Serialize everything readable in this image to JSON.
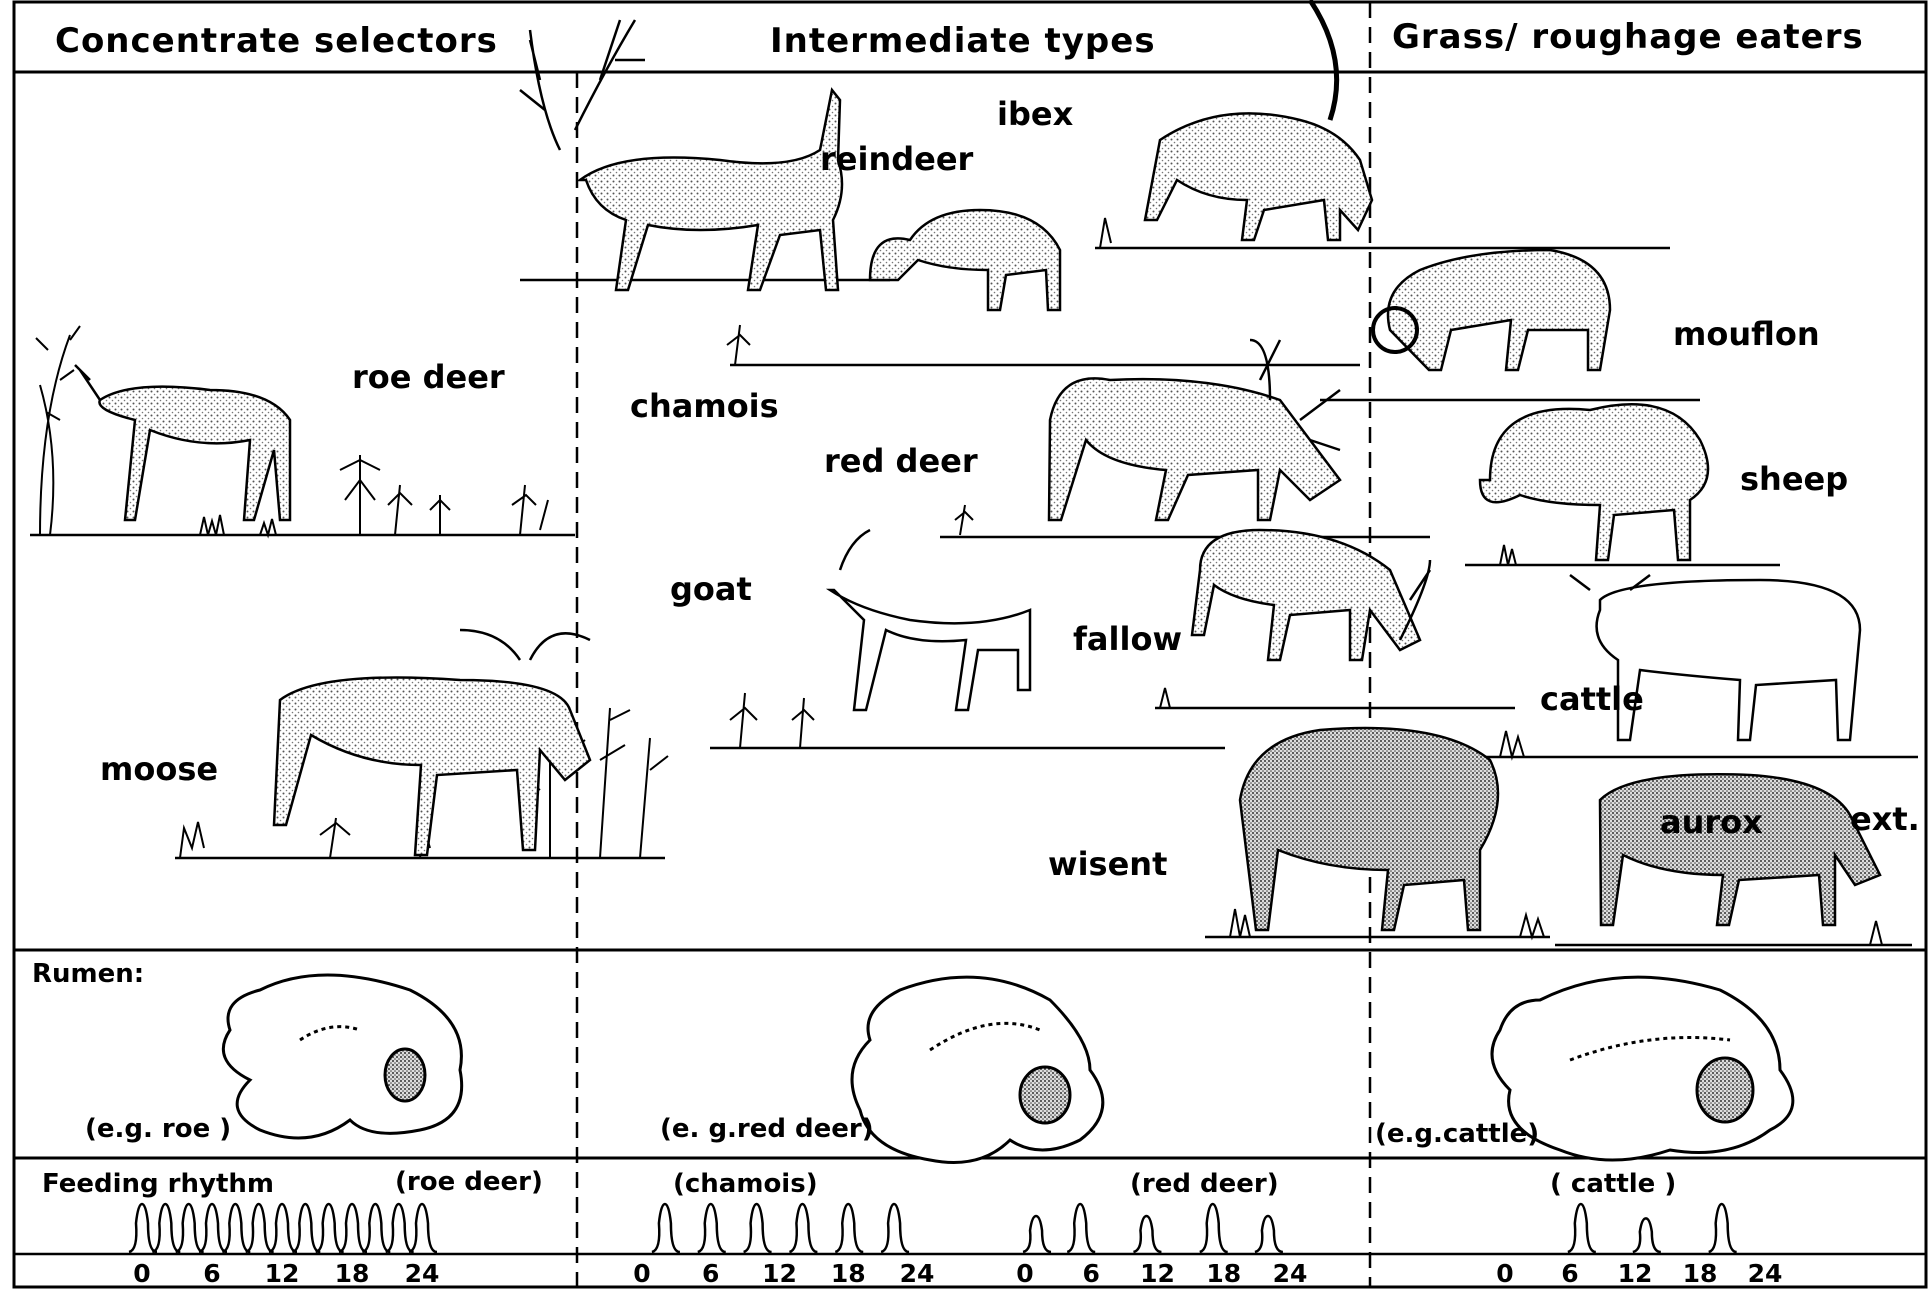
{
  "headers": {
    "concentrate": "Concentrate selectors",
    "intermediate": "Intermediate types",
    "grass": "Grass/ roughage eaters"
  },
  "animals": {
    "reindeer": "reindeer",
    "ibex": "ibex",
    "roe_deer": "roe deer",
    "chamois": "chamois",
    "mouflon": "mouflon",
    "red_deer": "red deer",
    "sheep": "sheep",
    "goat": "goat",
    "fallow": "fallow",
    "cattle": "cattle",
    "moose": "moose",
    "wisent": "wisent",
    "aurox": "aurox",
    "ext": "ext."
  },
  "rumen": {
    "title": "Rumen:",
    "example_roe": "(e.g. roe )",
    "example_red_deer": "(e. g.red deer)",
    "example_cattle": "(e.g.cattle)"
  },
  "feeding": {
    "title": "Feeding rhythm",
    "ticks": [
      "0",
      "6",
      "12",
      "18",
      "24"
    ],
    "panels": [
      {
        "label": "(roe deer)",
        "peak_hours": [
          0,
          2,
          4,
          6,
          8,
          10,
          12,
          14,
          16,
          18,
          20,
          22,
          24
        ]
      },
      {
        "label": "(chamois)",
        "peak_hours": [
          2,
          6,
          10,
          14,
          18,
          22
        ]
      },
      {
        "label": "(red deer)",
        "peak_hours": [
          1,
          5,
          11,
          17,
          22
        ]
      },
      {
        "label": "( cattle )",
        "peak_hours": [
          7,
          13,
          20
        ]
      }
    ]
  },
  "colors": {
    "ink": "#000000",
    "paper": "#ffffff",
    "stipple": "#555555"
  }
}
